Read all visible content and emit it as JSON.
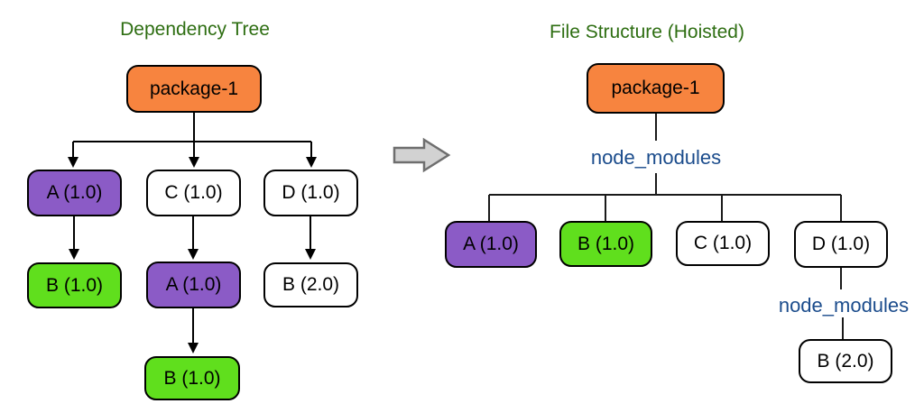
{
  "colors": {
    "orange": "#F7843F",
    "purple": "#8B5BC6",
    "green": "#60DF1D",
    "white": "#FFFFFF",
    "title_green": "#2E6E12",
    "label_blue": "#1B4C8C",
    "line": "#000000",
    "right_line": "#1a1a1a",
    "transform_arrow_fill": "#D2D2D2",
    "transform_arrow_stroke": "#6E6E6E"
  },
  "left": {
    "title": "Dependency Tree",
    "nodes": {
      "root": {
        "label": "package-1",
        "fill": "#F7843F"
      },
      "a1": {
        "label": "A (1.0)",
        "fill": "#8B5BC6"
      },
      "c": {
        "label": "C (1.0)",
        "fill": "#FFFFFF"
      },
      "d": {
        "label": "D (1.0)",
        "fill": "#FFFFFF"
      },
      "b1": {
        "label": "B (1.0)",
        "fill": "#60DF1D"
      },
      "a2": {
        "label": "A (1.0)",
        "fill": "#8B5BC6"
      },
      "b20": {
        "label": "B (2.0)",
        "fill": "#FFFFFF"
      },
      "b1b": {
        "label": "B (1.0)",
        "fill": "#60DF1D"
      }
    },
    "edges": [
      "package-1 -> A (1.0)",
      "package-1 -> C (1.0)",
      "package-1 -> D (1.0)",
      "A (1.0) -> B (1.0)",
      "C (1.0) -> A (1.0)",
      "C/A (1.0) -> B (1.0)",
      "D (1.0) -> B (2.0)"
    ]
  },
  "right": {
    "title": "File Structure (Hoisted)",
    "folder_label": "node_modules",
    "nested_folder_label": "node_modules",
    "nodes": {
      "root": {
        "label": "package-1",
        "fill": "#F7843F"
      },
      "a": {
        "label": "A (1.0)",
        "fill": "#8B5BC6"
      },
      "b": {
        "label": "B (1.0)",
        "fill": "#60DF1D"
      },
      "c": {
        "label": "C (1.0)",
        "fill": "#FFFFFF"
      },
      "d": {
        "label": "D (1.0)",
        "fill": "#FFFFFF"
      },
      "b20": {
        "label": "B (2.0)",
        "fill": "#FFFFFF"
      }
    },
    "tree": [
      "package-1/node_modules/A (1.0)",
      "package-1/node_modules/B (1.0)",
      "package-1/node_modules/C (1.0)",
      "package-1/node_modules/D (1.0)",
      "package-1/node_modules/D (1.0)/node_modules/B (2.0)"
    ]
  }
}
